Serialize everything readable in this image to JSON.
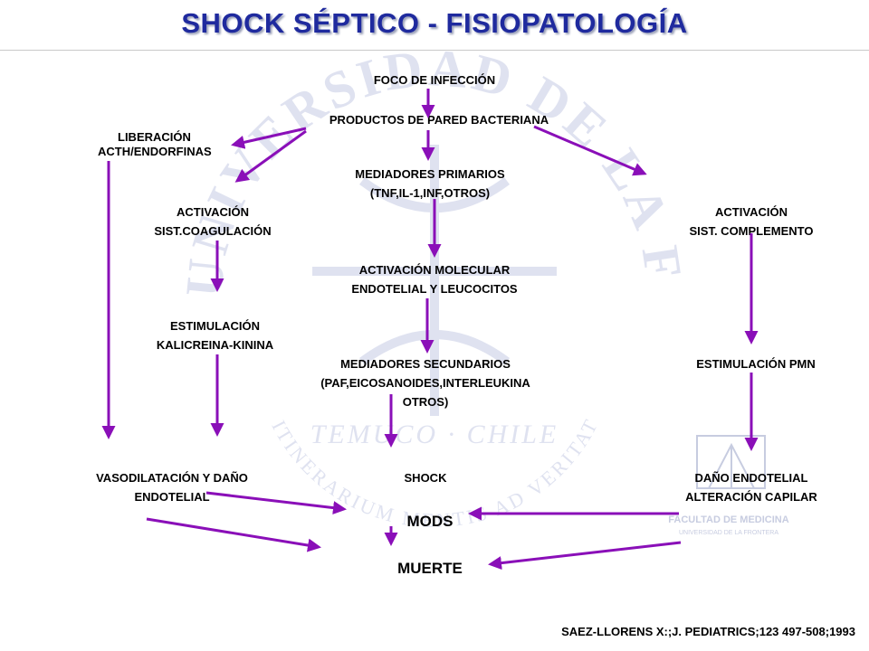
{
  "title": "SHOCK SÉPTICO - FISIOPATOLOGÍA",
  "nodes": {
    "foco": "FOCO DE INFECCIÓN",
    "productos": "PRODUCTOS DE PARED BACTERIANA",
    "liberacion": [
      "LIBERACIÓN",
      "ACTH/ENDORFINAS"
    ],
    "mediadores_primarios": [
      "MEDIADORES PRIMARIOS",
      "(TNF,IL-1,INF,OTROS)"
    ],
    "activacion_coag": [
      "ACTIVACIÓN",
      "SIST.COAGULACIÓN"
    ],
    "activacion_compl": [
      "ACTIVACIÓN",
      "SIST. COMPLEMENTO"
    ],
    "activacion_molecular": [
      "ACTIVACIÓN MOLECULAR",
      "ENDOTELIAL Y LEUCOCITOS"
    ],
    "estimulacion_kk": [
      "ESTIMULACIÓN",
      "KALICREINA-KININA"
    ],
    "mediadores_secundarios": [
      "MEDIADORES SECUNDARIOS",
      "(PAF,EICOSANOIDES,INTERLEUKINA",
      "OTROS)"
    ],
    "estimulacion_pmn": "ESTIMULACIÓN PMN",
    "vasodilatacion": [
      "VASODILATACIÓN Y DAÑO",
      "ENDOTELIAL"
    ],
    "shock": "SHOCK",
    "dano_endotelial": [
      "DAÑO ENDOTELIAL",
      "ALTERACIÓN CAPILAR"
    ],
    "mods": "MODS",
    "muerte": "MUERTE"
  },
  "reference": "SAEZ-LLORENS X:;J. PEDIATRICS;123 497-508;1993",
  "watermark": {
    "ring_text": "UNIVERSIDAD DE LA FRONTERA",
    "city": "TEMUCO · CHILE",
    "motto": "ITINERARIUM MENTIS AD VERITATEM",
    "faculty": [
      "FACULTAD DE MEDICINA",
      "UNIVERSIDAD DE LA FRONTERA"
    ]
  },
  "colors": {
    "title": "#1f2a9e",
    "arrow": "#8a0fb8",
    "watermark": "#c5cbe4"
  }
}
